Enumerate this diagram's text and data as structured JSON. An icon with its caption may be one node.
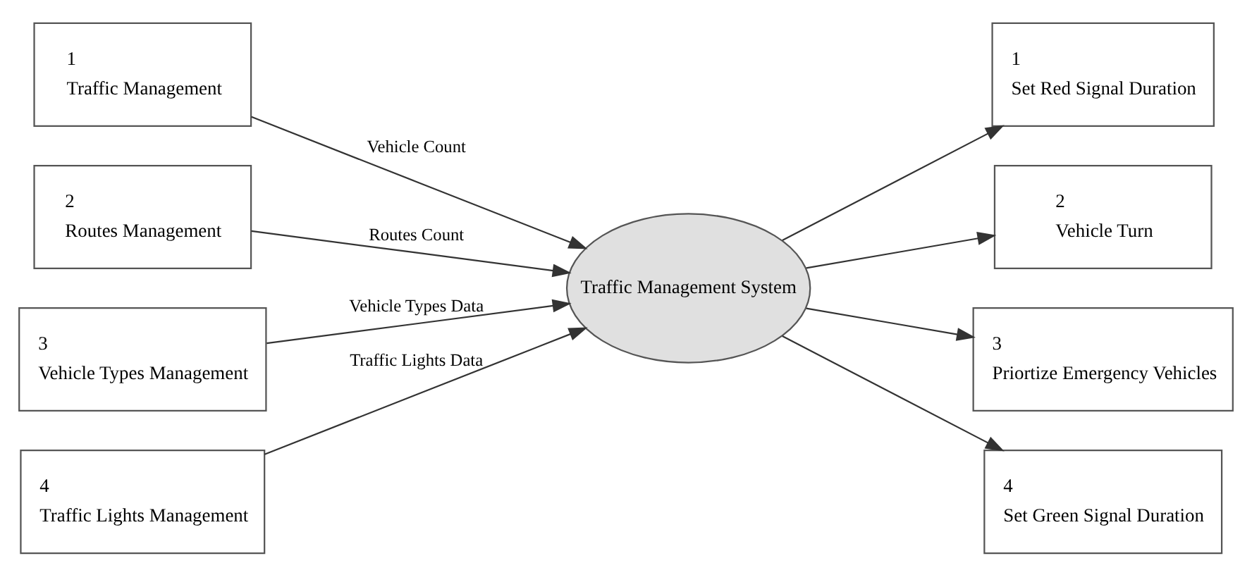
{
  "diagram": {
    "nodes": [
      {
        "text": [
          "1",
          "Traffic Management"
        ]
      },
      {
        "text": [
          "2",
          "Routes Management"
        ]
      },
      {
        "text": [
          "3",
          "Vehicle Types Management"
        ]
      },
      {
        "text": [
          "4",
          "Traffic Lights Management"
        ]
      },
      {
        "text": [
          "Traffic Management System"
        ]
      },
      {
        "text": [
          "1",
          "Set Red Signal Duration"
        ]
      },
      {
        "text": [
          "2",
          "Vehicle Turn"
        ]
      },
      {
        "text": [
          "3",
          "Priortize Emergency Vehicles"
        ]
      },
      {
        "text": [
          "4",
          "Set Green Signal Duration"
        ]
      }
    ],
    "edges": [
      {
        "from": 0,
        "to": 4,
        "arrow": "to",
        "label": "Vehicle Count"
      },
      {
        "from": 1,
        "to": 4,
        "arrow": "to",
        "label": "Routes Count"
      },
      {
        "from": 2,
        "to": 4,
        "arrow": "to",
        "label": "Vehicle Types Data"
      },
      {
        "from": 3,
        "to": 4,
        "arrow": "to",
        "label": "Traffic Lights Data"
      },
      {
        "from": 4,
        "to": 5,
        "arrow": "to"
      },
      {
        "from": 4,
        "to": 6,
        "arrow": "to"
      },
      {
        "from": 4,
        "to": 7,
        "arrow": "to"
      },
      {
        "from": 4,
        "to": 8,
        "arrow": "to"
      }
    ]
  }
}
